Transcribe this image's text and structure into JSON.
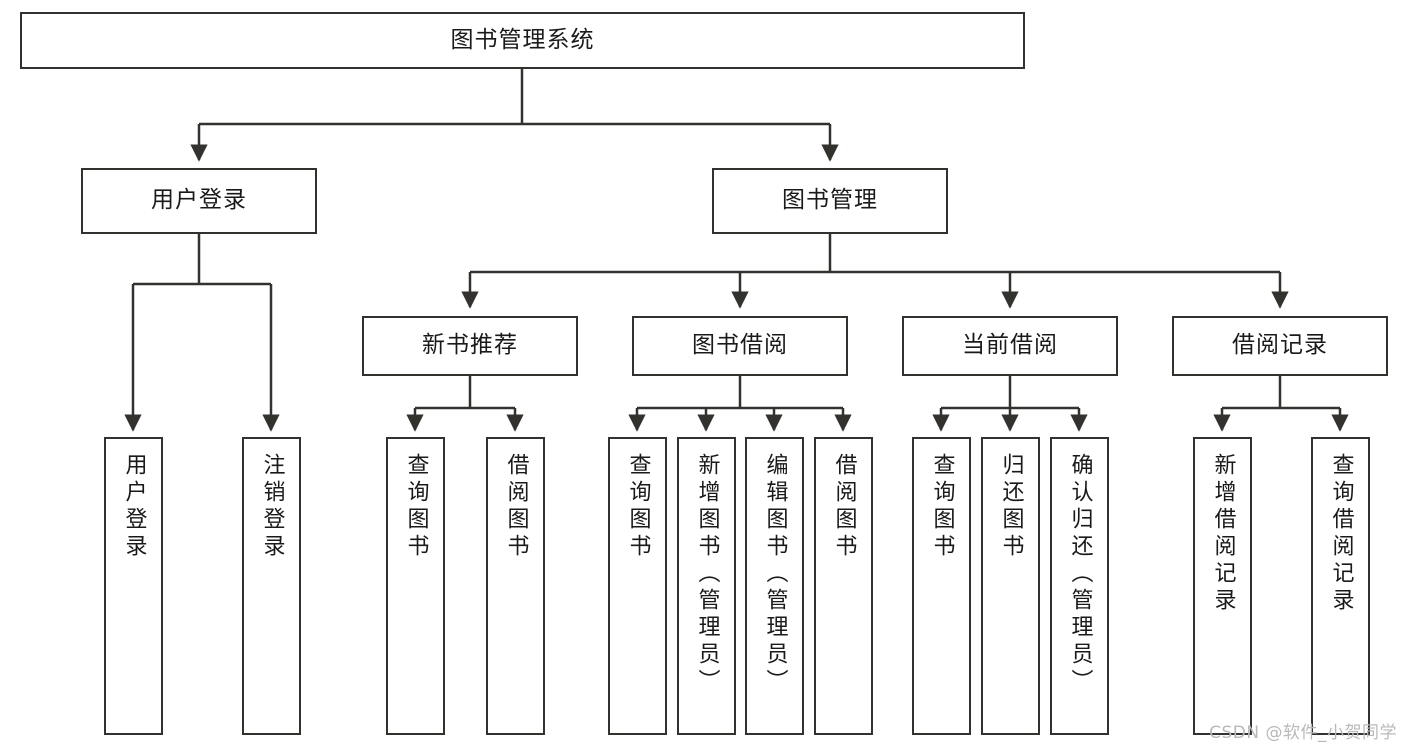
{
  "diagram": {
    "type": "tree",
    "title": "图书管理系统",
    "style": {
      "box_fill": "#ffffff",
      "box_stroke": "#33322f",
      "edge_color": "#33322f",
      "text_color": "#1a1a1a",
      "background": "#ffffff",
      "watermark_color": "#b9b9b9"
    },
    "nodes": {
      "root": {
        "label": "图书管理系统",
        "orientation": "horizontal"
      },
      "user_login": {
        "label": "用户登录",
        "orientation": "horizontal"
      },
      "book_manage": {
        "label": "图书管理",
        "orientation": "horizontal"
      },
      "new_book_rec": {
        "label": "新书推荐",
        "orientation": "horizontal"
      },
      "book_borrow": {
        "label": "图书借阅",
        "orientation": "horizontal"
      },
      "current_borrow": {
        "label": "当前借阅",
        "orientation": "horizontal"
      },
      "borrow_record": {
        "label": "借阅记录",
        "orientation": "horizontal"
      },
      "leaf_user_login": {
        "label": "用户登录",
        "orientation": "vertical"
      },
      "leaf_logout": {
        "label": "注销登录",
        "orientation": "vertical"
      },
      "leaf_query_book_1": {
        "label": "查询图书",
        "orientation": "vertical"
      },
      "leaf_borrow_book_1": {
        "label": "借阅图书",
        "orientation": "vertical"
      },
      "leaf_query_book_2": {
        "label": "查询图书",
        "orientation": "vertical"
      },
      "leaf_add_book": {
        "label": "新增图书（管理员）",
        "orientation": "vertical"
      },
      "leaf_edit_book": {
        "label": "编辑图书（管理员）",
        "orientation": "vertical"
      },
      "leaf_borrow_book_2": {
        "label": "借阅图书",
        "orientation": "vertical"
      },
      "leaf_query_book_3": {
        "label": "查询图书",
        "orientation": "vertical"
      },
      "leaf_return_book": {
        "label": "归还图书",
        "orientation": "vertical"
      },
      "leaf_confirm_return": {
        "label": "确认归还（管理员）",
        "orientation": "vertical"
      },
      "leaf_add_record": {
        "label": "新增借阅记录",
        "orientation": "vertical"
      },
      "leaf_query_record": {
        "label": "查询借阅记录",
        "orientation": "vertical"
      }
    },
    "edges": [
      {
        "from": "root",
        "to": "user_login"
      },
      {
        "from": "root",
        "to": "book_manage"
      },
      {
        "from": "user_login",
        "to": "leaf_user_login"
      },
      {
        "from": "user_login",
        "to": "leaf_logout"
      },
      {
        "from": "book_manage",
        "to": "new_book_rec"
      },
      {
        "from": "book_manage",
        "to": "book_borrow"
      },
      {
        "from": "book_manage",
        "to": "current_borrow"
      },
      {
        "from": "book_manage",
        "to": "borrow_record"
      },
      {
        "from": "new_book_rec",
        "to": "leaf_query_book_1"
      },
      {
        "from": "new_book_rec",
        "to": "leaf_borrow_book_1"
      },
      {
        "from": "book_borrow",
        "to": "leaf_query_book_2"
      },
      {
        "from": "book_borrow",
        "to": "leaf_add_book"
      },
      {
        "from": "book_borrow",
        "to": "leaf_edit_book"
      },
      {
        "from": "book_borrow",
        "to": "leaf_borrow_book_2"
      },
      {
        "from": "current_borrow",
        "to": "leaf_query_book_3"
      },
      {
        "from": "current_borrow",
        "to": "leaf_return_book"
      },
      {
        "from": "current_borrow",
        "to": "leaf_confirm_return"
      },
      {
        "from": "borrow_record",
        "to": "leaf_add_record"
      },
      {
        "from": "borrow_record",
        "to": "leaf_query_record"
      }
    ]
  },
  "watermark": {
    "text": "CSDN @软件_小贺同学"
  }
}
